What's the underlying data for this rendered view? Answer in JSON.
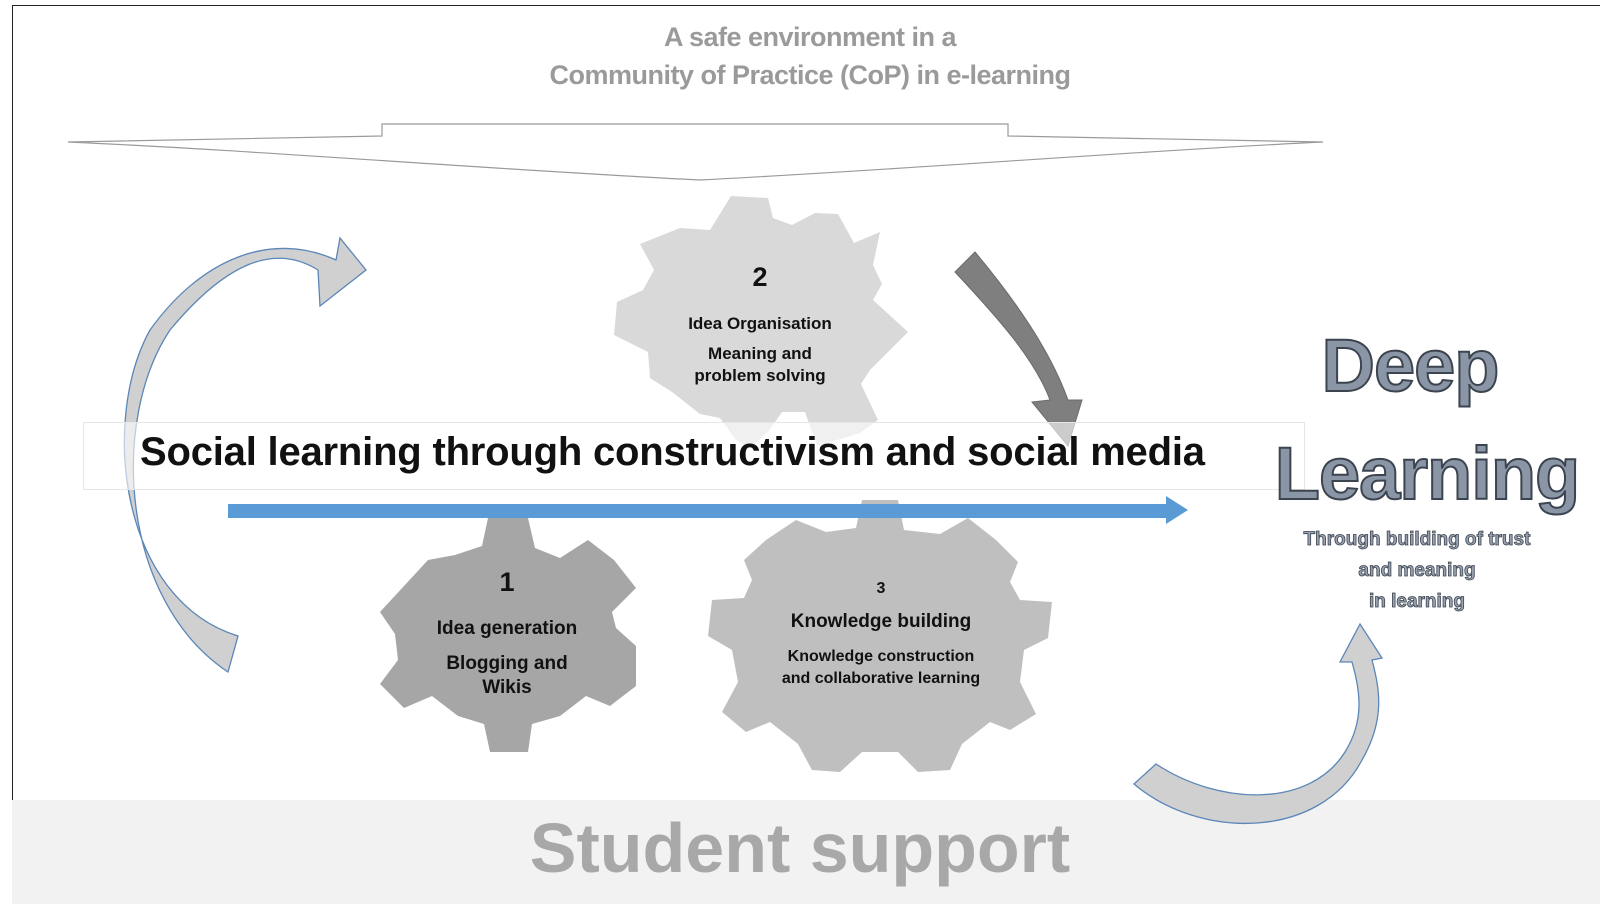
{
  "diagram": {
    "cop_title_line1": "A safe environment in a",
    "cop_title_line2": "Community of Practice (CoP) in e-learning",
    "main_title": "Social learning through constructivism and  social media",
    "gears": [
      {
        "number": "1",
        "title": "Idea generation",
        "line1": "Blogging and",
        "line2": "Wikis"
      },
      {
        "number": "2",
        "title": "Idea Organisation",
        "line1": "Meaning and",
        "line2": "problem solving"
      },
      {
        "number": "3",
        "title": "Knowledge building",
        "line1": "Knowledge construction",
        "line2": "and collaborative learning"
      }
    ],
    "outcome_title_line1": "Deep",
    "outcome_title_line2": "Learning",
    "outcome_sub_line1": "Through  building  of trust",
    "outcome_sub_line2": "and meaning",
    "outcome_sub_line3": "in learning",
    "footer": "Student support"
  },
  "colors": {
    "gear1": "#a6a6a6",
    "gear2": "#d9d9d9",
    "gear3": "#bfbfbf",
    "blue_arrow": "#5b9bd5",
    "dark_arrow": "#7f7f7f",
    "curved_arrow_fill": "#d0d0d0",
    "curved_arrow_stroke": "#5b86b8"
  }
}
